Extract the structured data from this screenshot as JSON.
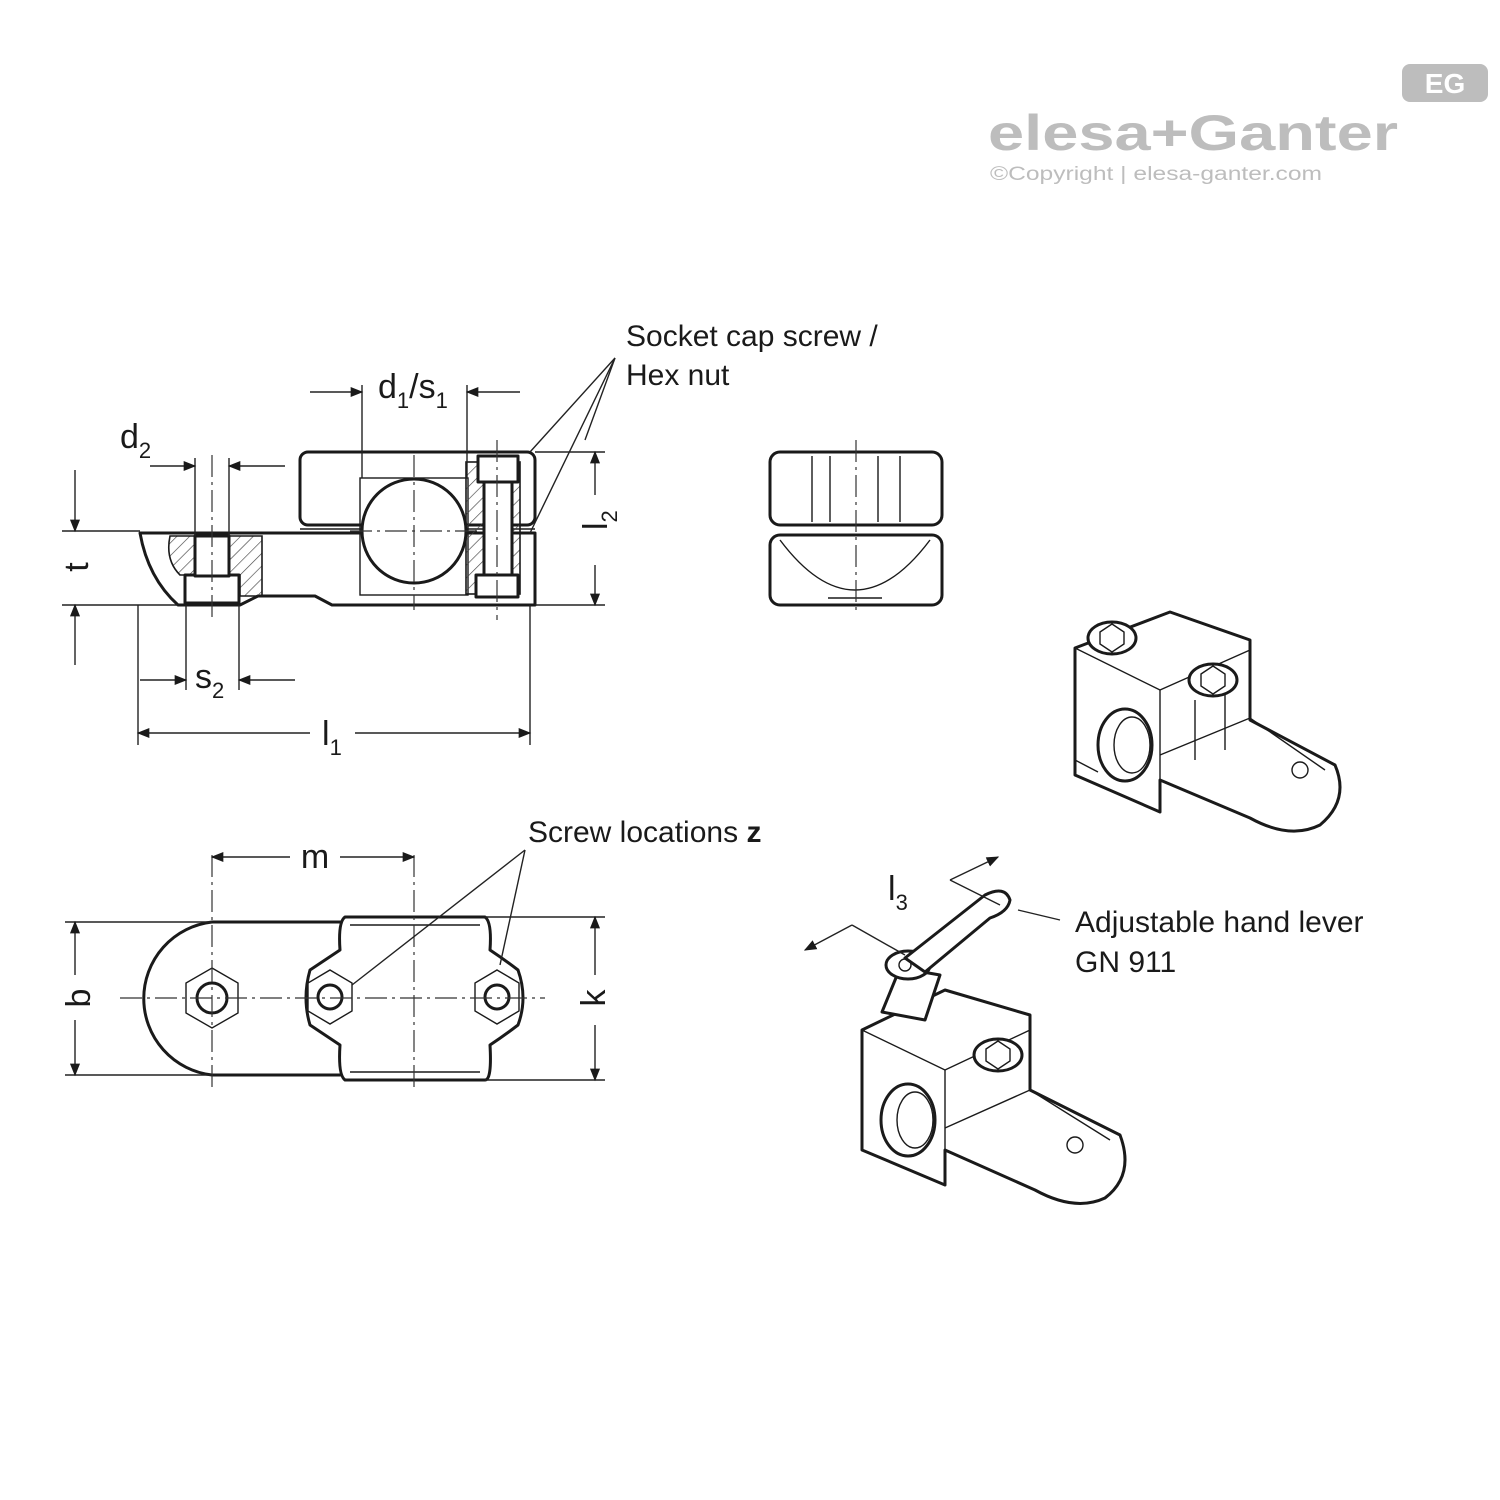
{
  "logo": {
    "brand": "elesa+Ganter",
    "copyright": "©Copyright | elesa-ganter.com",
    "badge": "EG"
  },
  "labels": {
    "socket_cap_screw_line1": "Socket cap screw /",
    "socket_cap_screw_line2": "Hex nut",
    "screw_locations": "Screw locations",
    "screw_locations_var": "z",
    "hand_lever_line1": "Adjustable hand lever",
    "hand_lever_line2": "GN 911"
  },
  "dimensions": {
    "d1": "d",
    "d1_sub": "1",
    "slash": "/",
    "s1": "s",
    "s1_sub": "1",
    "d2": "d",
    "d2_sub": "2",
    "t": "t",
    "s2": "s",
    "s2_sub": "2",
    "l1": "l",
    "l1_sub": "1",
    "l2": "l",
    "l2_sub": "2",
    "l3": "l",
    "l3_sub": "3",
    "m": "m",
    "b": "b",
    "k": "k"
  }
}
